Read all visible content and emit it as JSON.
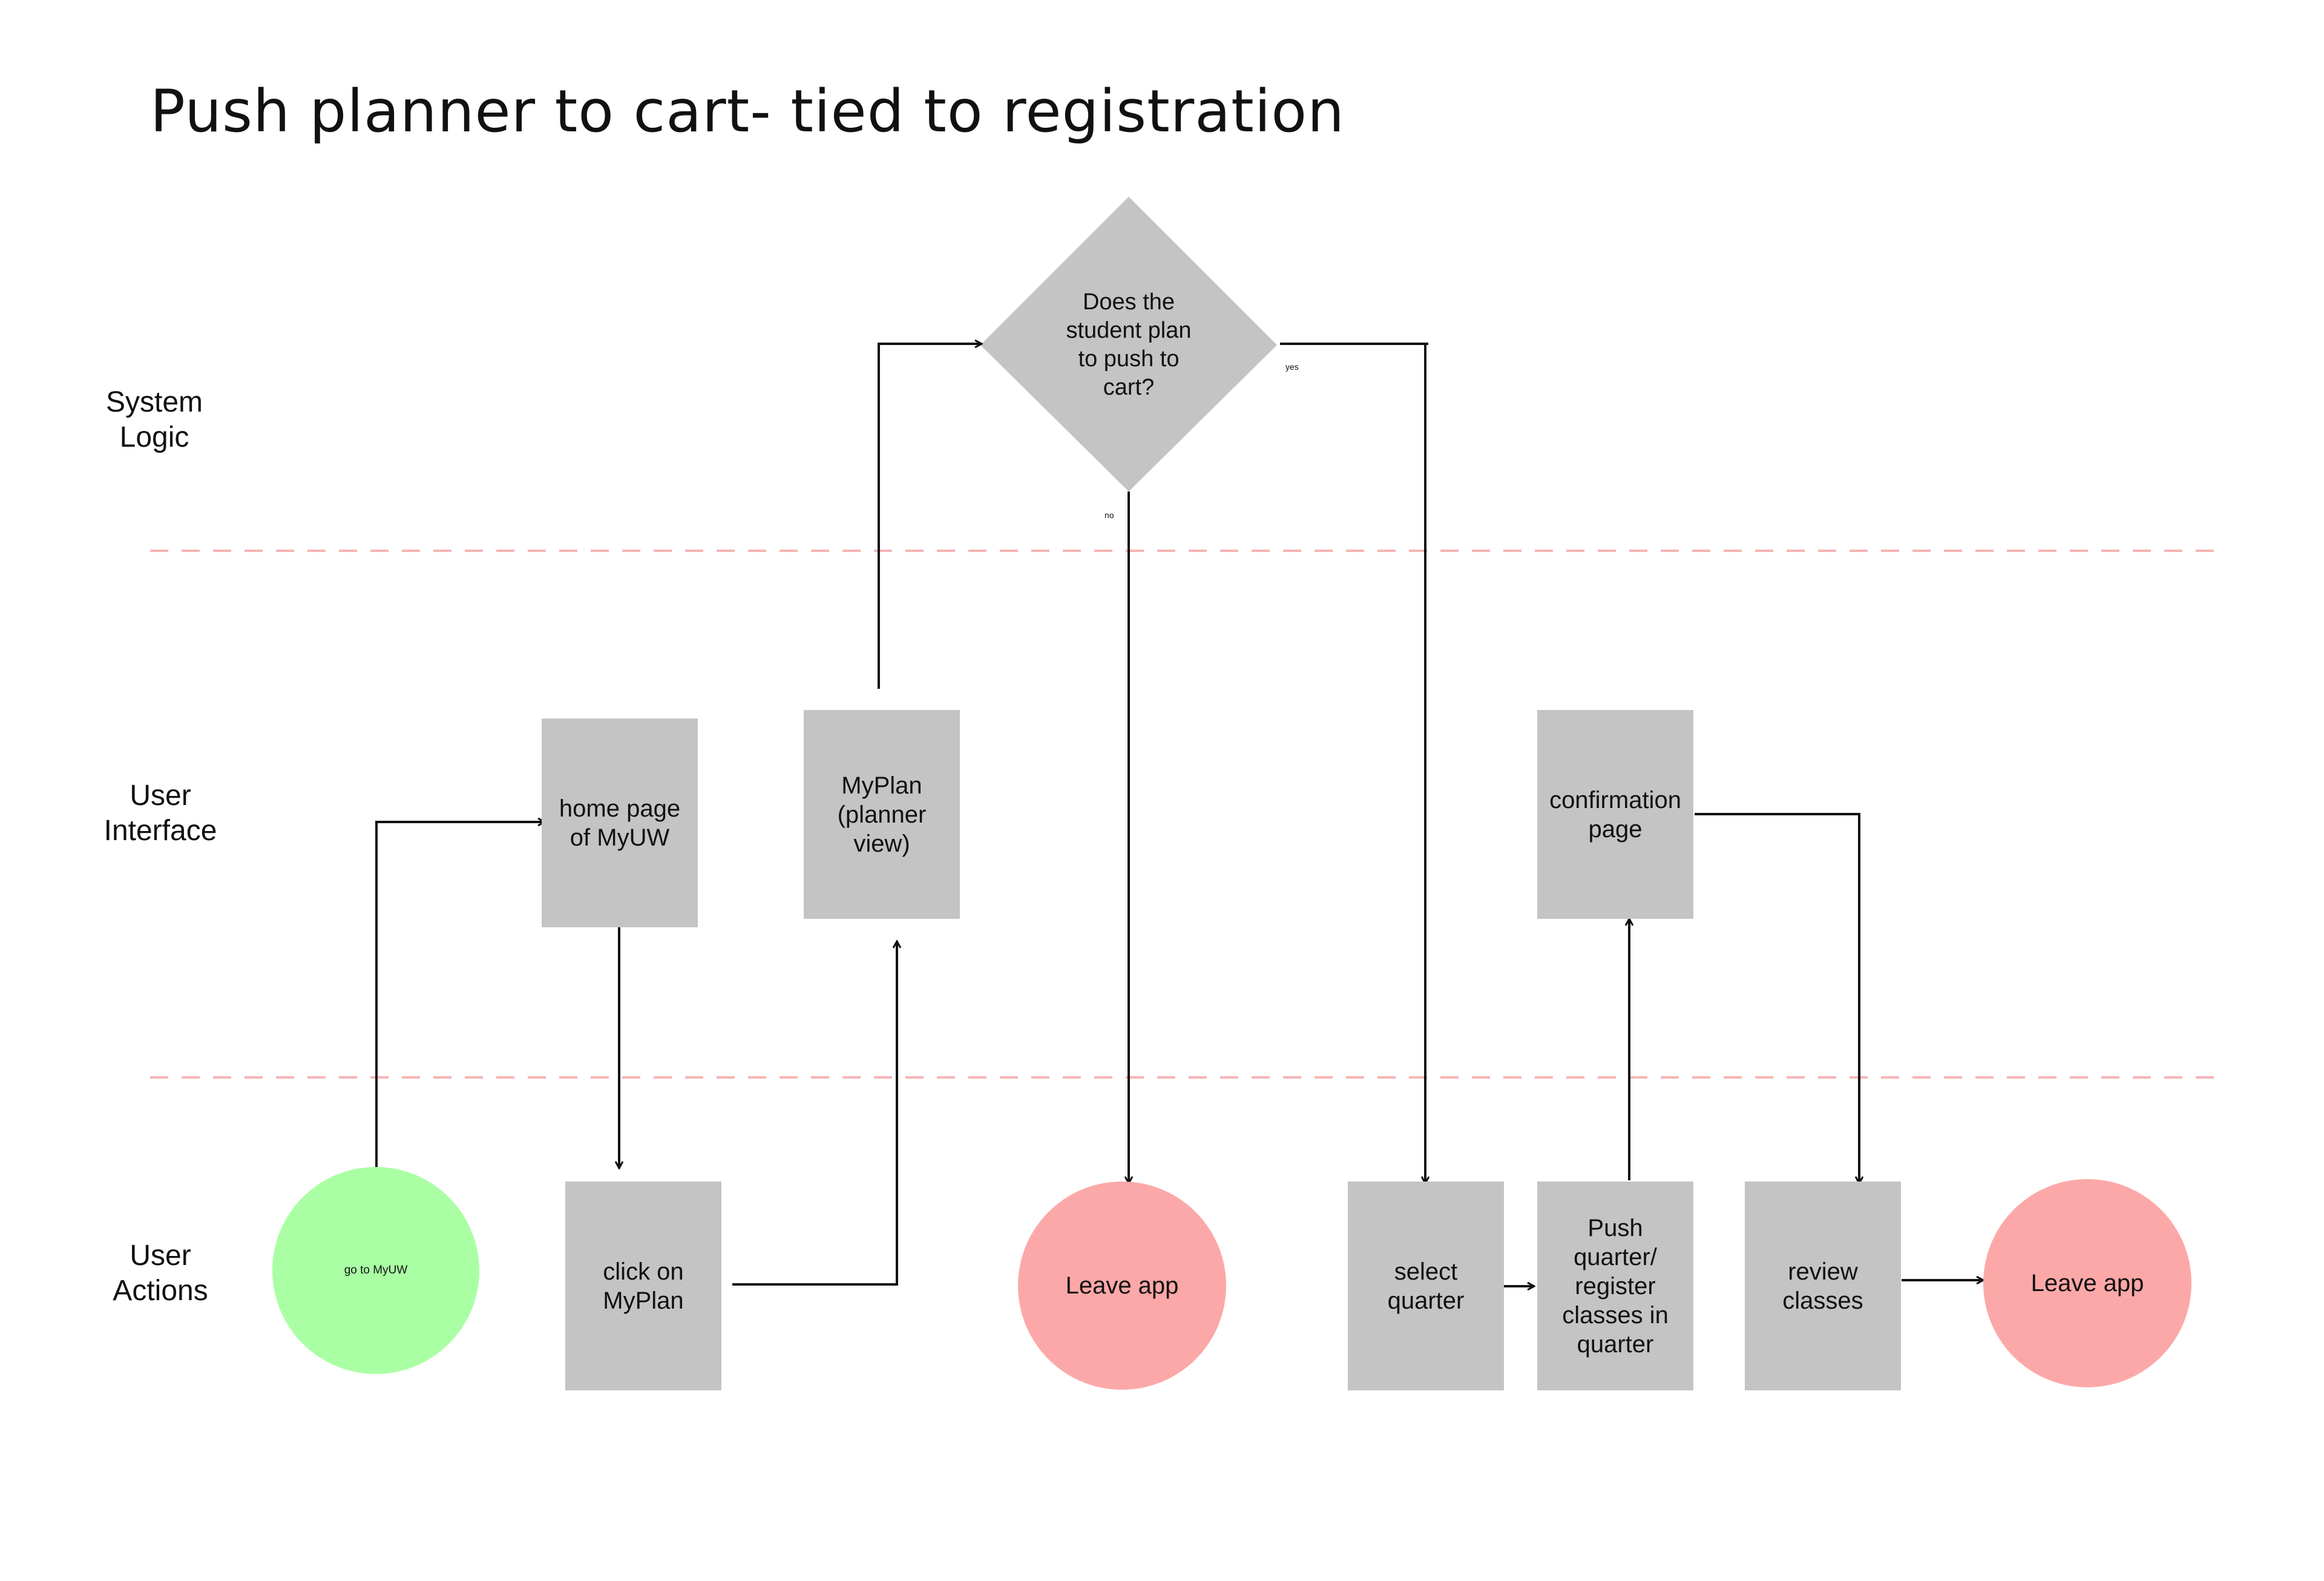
{
  "title": "Push planner to cart- tied to registration",
  "lanes": {
    "system": "System\nLogic",
    "ui": "User\nInterface",
    "actions": "User\nActions"
  },
  "nodes": {
    "go_to_myuw": "go to MyUW",
    "home_page": "home page\nof MyUW",
    "click_myplan": "click on\nMyPlan",
    "myplan_view": "MyPlan\n(planner view)",
    "decision": "Does the\nstudent plan\nto push to\ncart?",
    "leave_app_1": "Leave app",
    "select_quarter": "select\nquarter",
    "push_quarter": "Push\nquarter/\nregister\nclasses in\nquarter",
    "confirmation": "confirmation\npage",
    "review_classes": "review\nclasses",
    "leave_app_2": "Leave app"
  },
  "edge_labels": {
    "yes": "yes",
    "no": "no"
  },
  "colors": {
    "box": "#c4c4c4",
    "start": "#aaffa4",
    "end": "#fca8a8",
    "lane_divider": "#f5b5b5"
  }
}
